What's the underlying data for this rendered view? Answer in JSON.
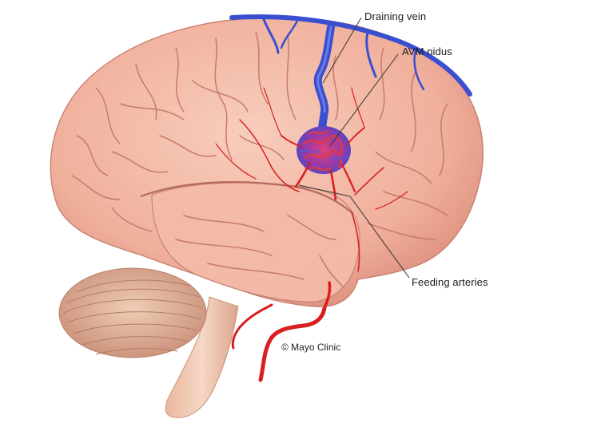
{
  "labels": {
    "draining_vein": "Draining vein",
    "avm_nidus": "AVM nidus",
    "feeding_arteries": "Feeding arteries"
  },
  "credit": "© Mayo Clinic",
  "colors": {
    "brain": "#f2b7a4",
    "brain_shadow": "#d9897a",
    "sulci": "#c77a6c",
    "artery": "#d81e1e",
    "vein": "#3a4fd0",
    "cerebellum": "#e7b9a0",
    "brainstem": "#f0c9b2",
    "leader_line": "#333333"
  }
}
